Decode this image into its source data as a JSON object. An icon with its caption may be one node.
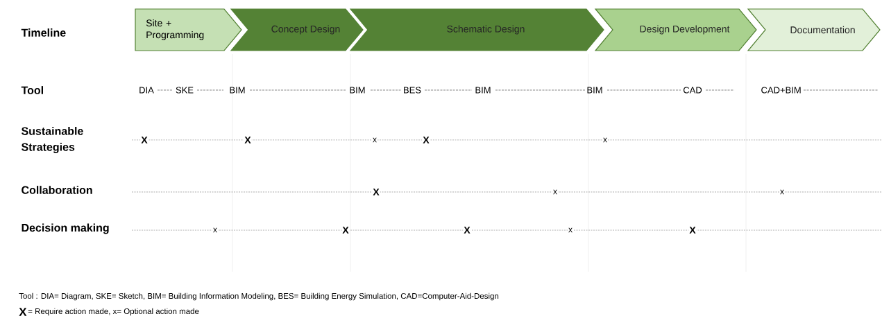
{
  "diagram": {
    "nodes": [
      {
        "text": [
          "Site + Programming"
        ]
      },
      {
        "text": [
          "Concept Design"
        ]
      },
      {
        "text": [
          "Schematic Design"
        ]
      },
      {
        "text": [
          "Design Development"
        ]
      },
      {
        "text": [
          "Documentation"
        ]
      }
    ],
    "labels": [
      "Timeline",
      "Tool",
      "DIA",
      "SKE",
      "BIM",
      "BIM",
      "BES",
      "BIM",
      "BIM",
      "CAD",
      "CAD+BIM",
      "Sustainable Strategies",
      "X",
      "X",
      "x",
      "X",
      "x",
      "Collaboration",
      "X",
      "x",
      "x",
      "Decision making",
      "x",
      "X",
      "X",
      "x",
      "X",
      "Tool : DIA= Diagram, SKE= Sketch, BIM= Building Information Modeling, BES= Building Energy Simulation, CAD=Computer-Aid-Design",
      "X",
      "= Require action made, x= Optional action made"
    ]
  }
}
